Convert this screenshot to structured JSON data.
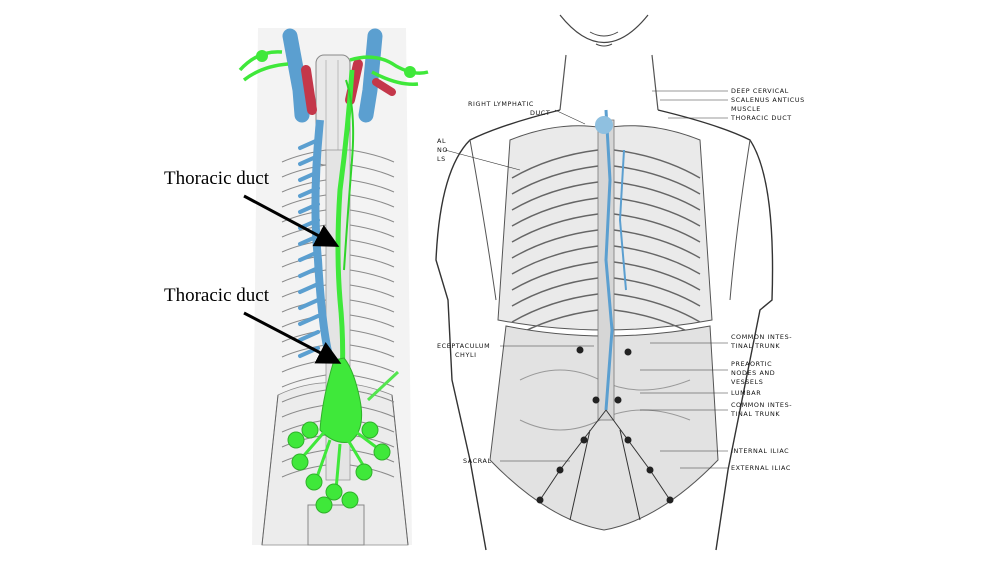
{
  "left_figure": {
    "labels": [
      "Thoracic duct",
      "Thoracic duct"
    ],
    "colors": {
      "lymph": "#3fe83a",
      "vein": "#5b9fd0",
      "artery": "#c4374a",
      "ink": "#555555"
    }
  },
  "right_figure": {
    "labels": {
      "deep_cervical": "DEEP CERVICAL",
      "scalenus_anticus": "SCALENUS ANTICUS",
      "muscle": "MUSCLE",
      "thoracic_duct": "THORACIC DUCT",
      "right_lymphatic": "RIGHT LYMPHATIC",
      "duct": "DUCT",
      "al": "AL",
      "no": "NO",
      "ls": "LS",
      "receptaculum": "ECEPTACULUM",
      "chyli": "CHYLI",
      "common_intestinal_1a": "COMMON INTES-",
      "common_intestinal_1b": "TINAL TRUNK",
      "preaortic_a": "PREAORTIC",
      "preaortic_b": "NODES AND",
      "preaortic_c": "VESSELS",
      "lumbar": "LUMBAR",
      "common_intestinal_2a": "COMMON INTES-",
      "common_intestinal_2b": "TINAL TRUNK",
      "internal_iliac": "INTERNAL ILIAC",
      "external_iliac": "EXTERNAL ILIAC",
      "sacral": "SACRAL"
    }
  }
}
